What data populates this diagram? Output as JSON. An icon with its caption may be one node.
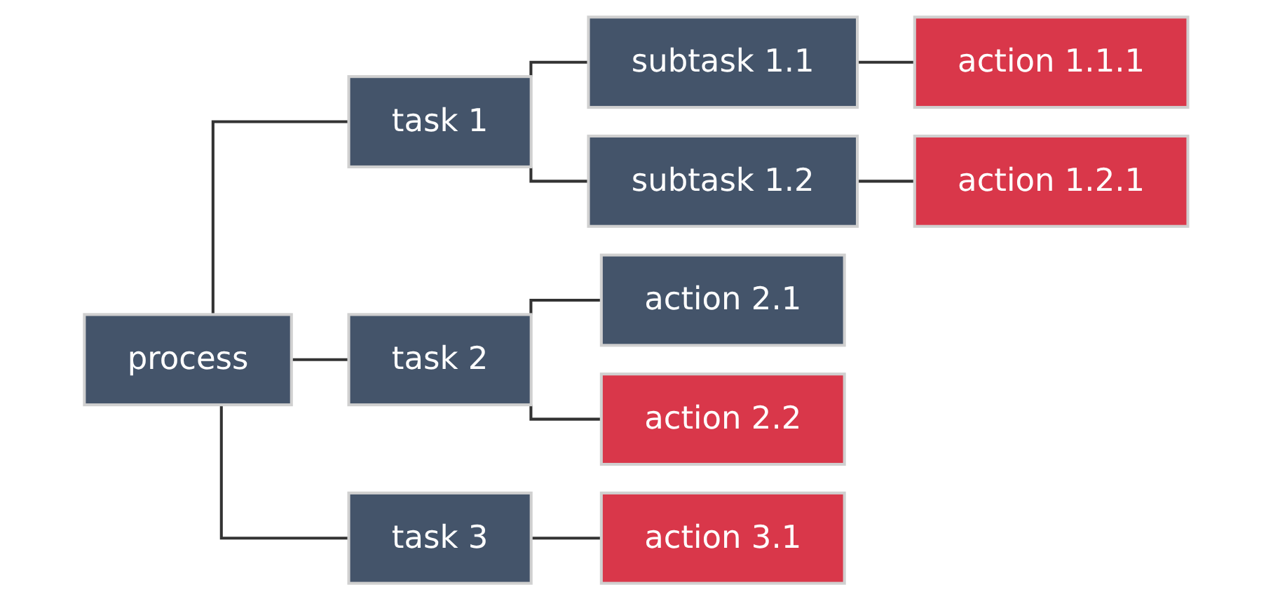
{
  "diagram": {
    "nodes": [
      {
        "text": [
          "process"
        ]
      },
      {
        "text": [
          "task 1"
        ]
      },
      {
        "text": [
          "subtask 1.1"
        ]
      },
      {
        "text": [
          "action 1.1.1"
        ]
      },
      {
        "text": [
          "subtask 1.2"
        ]
      },
      {
        "text": [
          "action 1.2.1"
        ]
      },
      {
        "text": [
          "task 2"
        ]
      },
      {
        "text": [
          "action 2.1"
        ]
      },
      {
        "text": [
          "action 2.2"
        ]
      },
      {
        "text": [
          "task 3"
        ]
      },
      {
        "text": [
          "action 3.1"
        ]
      }
    ],
    "edges": [
      {
        "from": 0,
        "to": 1,
        "arrow": "none"
      },
      {
        "from": 0,
        "to": 6,
        "arrow": "none"
      },
      {
        "from": 0,
        "to": 9,
        "arrow": "none"
      },
      {
        "from": 1,
        "to": 2,
        "arrow": "none"
      },
      {
        "from": 1,
        "to": 4,
        "arrow": "none"
      },
      {
        "from": 2,
        "to": 3,
        "arrow": "none"
      },
      {
        "from": 4,
        "to": 5,
        "arrow": "none"
      },
      {
        "from": 6,
        "to": 7,
        "arrow": "none"
      },
      {
        "from": 6,
        "to": 8,
        "arrow": "none"
      },
      {
        "from": 9,
        "to": 10,
        "arrow": "none"
      }
    ]
  }
}
